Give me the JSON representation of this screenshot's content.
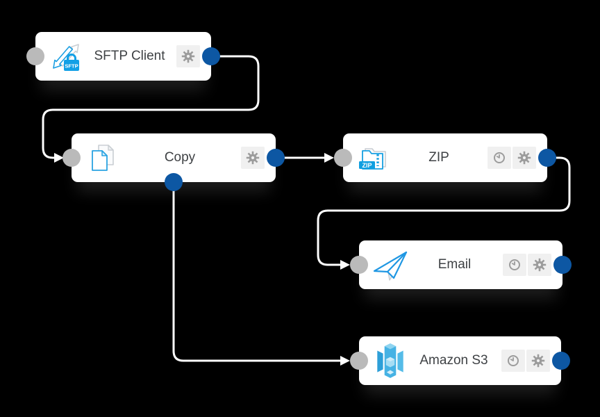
{
  "app": {
    "name": "workflow-canvas",
    "background": "#000000"
  },
  "nodes": [
    {
      "id": "sftp-client",
      "label": "SFTP Client",
      "icon": "sftp-lock-arrows-icon",
      "icon_text": "SFTP",
      "buttons": [
        "settings"
      ],
      "ports": [
        "input",
        "output"
      ]
    },
    {
      "id": "copy",
      "label": "Copy",
      "icon": "copy-documents-icon",
      "buttons": [
        "settings"
      ],
      "ports": [
        "input",
        "output",
        "output-bottom"
      ]
    },
    {
      "id": "zip",
      "label": "ZIP",
      "icon": "zip-folder-icon",
      "icon_text": "ZIP",
      "buttons": [
        "schedule",
        "settings"
      ],
      "ports": [
        "input",
        "output"
      ]
    },
    {
      "id": "email",
      "label": "Email",
      "icon": "paper-plane-icon",
      "buttons": [
        "schedule",
        "settings"
      ],
      "ports": [
        "input",
        "output"
      ]
    },
    {
      "id": "amazon-s3",
      "label": "Amazon S3",
      "icon": "s3-bucket-icon",
      "buttons": [
        "schedule",
        "settings"
      ],
      "ports": [
        "input",
        "output"
      ]
    }
  ],
  "connections": [
    {
      "from": "sftp-client.output",
      "to": "copy.input"
    },
    {
      "from": "copy.output",
      "to": "zip.input"
    },
    {
      "from": "zip.output",
      "to": "email.input"
    },
    {
      "from": "copy.output-bottom",
      "to": "amazon-s3.input"
    }
  ],
  "colors": {
    "background": "#000000",
    "card": "#ffffff",
    "connector": "#ffffff",
    "input_port": "#bababa",
    "output_port": "#0d57a3",
    "label_text": "#3e4144",
    "button_bg": "#f0f0f0",
    "button_icon": "#9c9c9c",
    "icon_blue": "#1b9fe2",
    "icon_gray": "#c9ced3",
    "s3_blue": "#46b2e4",
    "s3_blue_dark": "#2d9fd8",
    "s3_blue_light": "#8fd4f0"
  }
}
